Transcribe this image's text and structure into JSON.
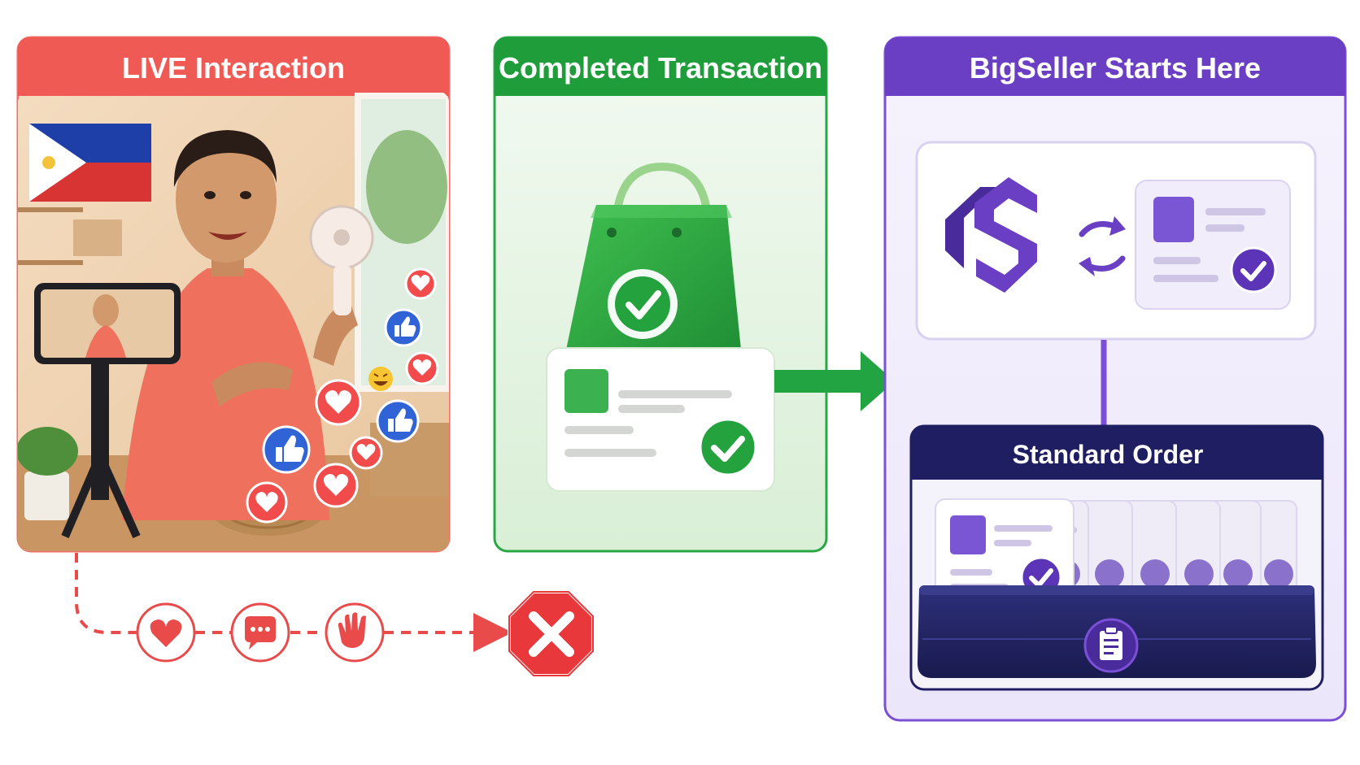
{
  "panels": {
    "live": {
      "title": "LIVE Interaction",
      "color": "#f05a55",
      "border": "#f26b66"
    },
    "completed": {
      "title": "Completed Transaction",
      "color": "#1f9d3a",
      "border": "#28a745"
    },
    "bigseller": {
      "title": "BigSeller Starts Here",
      "color": "#6a3fc4",
      "border": "#7b50d6"
    }
  },
  "standard_order": {
    "title": "Standard Order",
    "color": "#1f1e63"
  },
  "icons": {
    "interaction_flow": [
      "heart-icon",
      "comment-icon",
      "wave-icon"
    ],
    "stop": "stop-x-icon",
    "sync": "sync-arrows-icon",
    "clipboard": "clipboard-icon",
    "reactions": [
      "heart-icon",
      "thumbs-up-icon",
      "laugh-emoji-icon"
    ]
  },
  "colors": {
    "red": "#e94b4b",
    "green": "#21a441",
    "purple": "#6a3fc4",
    "navy": "#232466"
  }
}
